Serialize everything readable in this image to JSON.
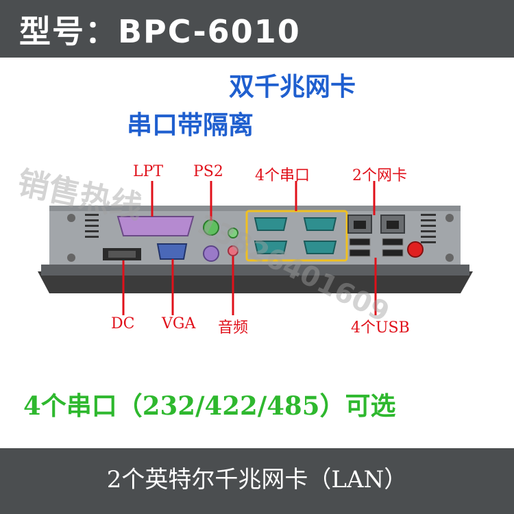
{
  "header": {
    "title": "型号：BPC-6010"
  },
  "features": {
    "nic": "双千兆网卡",
    "serial_isolation": "串口带隔离"
  },
  "labels": {
    "lpt": "LPT",
    "ps2": "PS2",
    "serial": "4个串口",
    "nic": "2个网卡",
    "dc": "DC",
    "vga": "VGA",
    "audio": "音频",
    "usb": "4个USB"
  },
  "serial_options": "4个串口（232/422/485）可选",
  "footer": {
    "text": "2个英特尔千兆网卡（LAN）"
  },
  "watermark": {
    "text": "销售热线",
    "number": "13826401609"
  },
  "colors": {
    "header_bg": "#4b4e50",
    "blue_text": "#1f5fcf",
    "red_text": "#e0101a",
    "green_text": "#2eb82e",
    "highlight": "#f0c020"
  }
}
